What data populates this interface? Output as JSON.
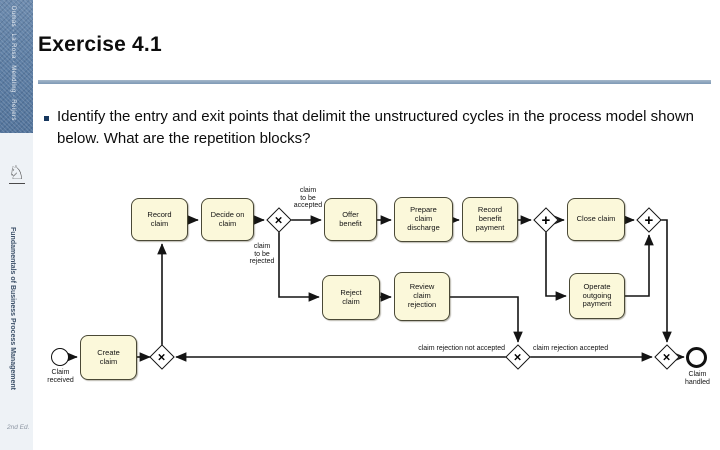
{
  "sidebar": {
    "authors": "Dumas · La Rosa · Mendling · Reijers",
    "logo_icon": "♘",
    "book_title": "Fundamentals of Business Process Management",
    "edition": "2nd Ed."
  },
  "header": {
    "title": "Exercise 4.1"
  },
  "content": {
    "bullet_text": "Identify the entry and exit points that delimit the unstructured cycles in the process model shown below. What are the repetition blocks?"
  },
  "diagram": {
    "events": {
      "start_label": "Claim\nreceived",
      "end_label": "Claim\nhandled"
    },
    "tasks": {
      "create_claim": "Create\nclaim",
      "record_claim": "Record\nclaim",
      "decide_claim": "Decide on\nclaim",
      "offer_benefit": "Offer\nbenefit",
      "prepare_discharge": "Prepare\nclaim\ndischarge",
      "record_benefit": "Record\nbenefit\npayment",
      "close_claim": "Close claim",
      "reject_claim": "Reject\nclaim",
      "review_rejection": "Review\nclaim\nrejection",
      "operate_payment": "Operate\noutgoing\npayment"
    },
    "gateways": {
      "xor_symbol": "×",
      "and_symbol": "+"
    },
    "edge_labels": {
      "to_be_accepted": "claim\nto be\naccepted",
      "to_be_rejected": "claim\nto be\nrejected",
      "rejection_not_accepted": "claim rejection not accepted",
      "rejection_accepted": "claim rejection accepted"
    }
  }
}
